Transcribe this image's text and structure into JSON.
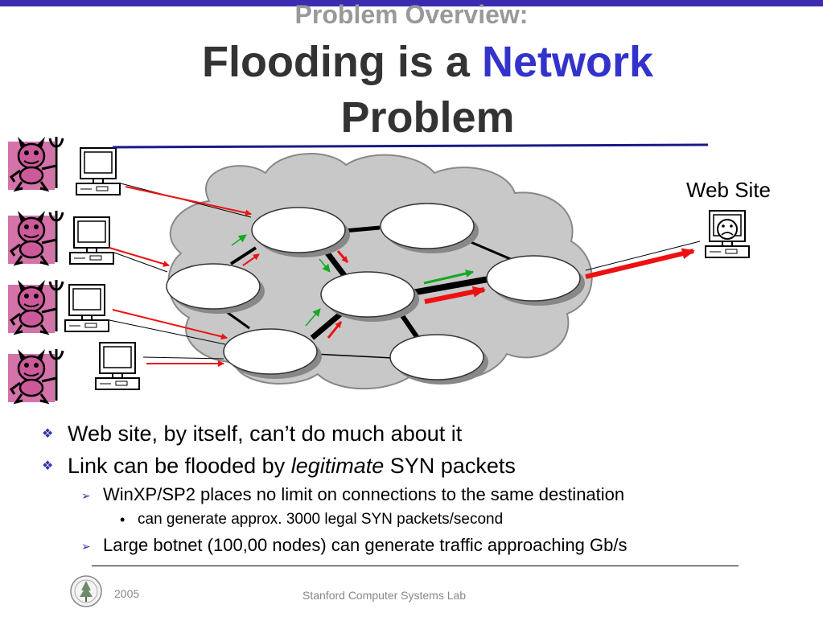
{
  "colors": {
    "top_bar": "#3b2bb0",
    "title_accent": "#3333cc",
    "cloud": "#c8c8c8",
    "attack_arrow": "#ee1111",
    "legit_arrow": "#11aa22",
    "devil": "#cc5a9a"
  },
  "title": {
    "subtitle": "Problem Overview:",
    "line1_prefix": "Flooding is a ",
    "line1_accent": "Network",
    "line2": "Problem"
  },
  "diagram": {
    "web_site_label": "Web Site",
    "icons": [
      "devil-icon",
      "computer-icon",
      "sad-face-icon",
      "cloud-icon",
      "router-node-icon",
      "arrow-icon"
    ]
  },
  "bullets": [
    {
      "level": 1,
      "text": "Web site, by itself, can’t do much about it"
    },
    {
      "level": 1,
      "prefix": "Link can be flooded by ",
      "emphasis": "legitimate",
      "suffix": " SYN packets"
    },
    {
      "level": 2,
      "text": "WinXP/SP2 places no limit on connections to the same destination"
    },
    {
      "level": 3,
      "text": "can generate approx. 3000 legal SYN packets/second"
    },
    {
      "level": 2,
      "text": "Large botnet (100,00 nodes) can generate traffic approaching Gb/s"
    }
  ],
  "markers": {
    "level1": "❖",
    "level2": "➢",
    "level3": "•"
  },
  "footer": {
    "year": "2005",
    "lab": "Stanford Computer Systems Lab"
  }
}
